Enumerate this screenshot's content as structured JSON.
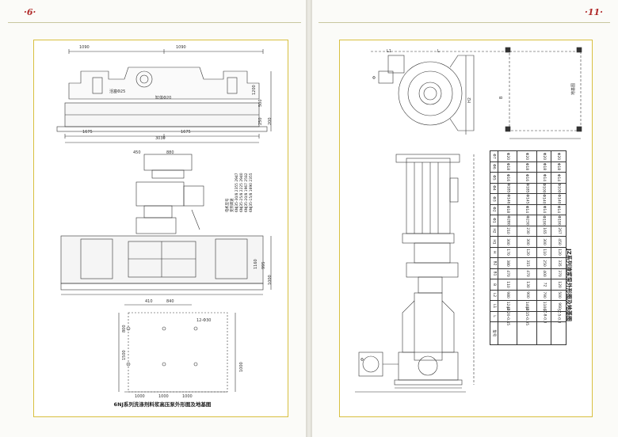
{
  "pages": {
    "left_number": "·6·",
    "right_number": "·11·"
  },
  "left_drawing": {
    "caption": "6NJ系列洗涤剂料浆高压泵外形图及地基图",
    "top_dims": [
      "1090",
      "1090"
    ],
    "bottom_dims": [
      "1675",
      "1675"
    ],
    "overall_dim": "3030",
    "height_dims": [
      "1200",
      "500",
      "250",
      "200"
    ],
    "mid_dims": [
      "450",
      "880"
    ],
    "side_dims": [
      "1000",
      "1160",
      "995"
    ],
    "labels": [
      "活塞Φ25",
      "缸体Φ20"
    ],
    "foundation_top_dims": [
      "410",
      "840"
    ],
    "foundation_bottom_dims": [
      "1000",
      "1000",
      "1000"
    ],
    "foundation_side_dims": [
      "800",
      "1500",
      "1000"
    ],
    "anchor_label": "12-Φ30",
    "note_title": "电机型号",
    "note_lines": [
      "变频调速",
      "6NJ35-30/8  2355  2947",
      "6NJ35-25/8  2225  2940",
      "6NJ35-20/8  1967  2582",
      "6NJ35-15/8  1690  2355"
    ]
  },
  "right_drawing": {
    "caption": "JZ系列渣浆泵外形图及地基图",
    "top_labels": [
      "L1",
      "L",
      "H2",
      "B",
      "Φ",
      "Φ"
    ],
    "base_label": "地基图",
    "table": {
      "headers": [
        "型号",
        "L",
        "L1",
        "L2",
        "B",
        "B1",
        "B2",
        "H",
        "H1",
        "H2",
        "Φ1",
        "Φ2",
        "Φ3",
        "Φ4",
        "Φ5",
        "Φ6",
        "Φ7"
      ],
      "rows": [
        [
          "JZ-20-0.45",
          "1240",
          "980",
          "110",
          "470",
          "380",
          "170",
          "300",
          "210",
          "Φ280",
          "Φ18",
          "Φ146",
          "Φ185",
          "Φ16",
          "Φ18",
          "Φ20"
        ],
        [
          "JZ-15-0.35",
          "1400",
          "900",
          "130",
          "470",
          "315",
          "120",
          "300",
          "230",
          "Φ230",
          "Φ14",
          "Φ145",
          "Φ185",
          "Φ16",
          "Φ18",
          "Φ20"
        ],
        [
          "JZ-8-0.3",
          "1100",
          "790",
          "72",
          "400",
          "250",
          "110",
          "300",
          "165",
          "Φ190",
          "Φ14",
          "Φ140",
          "Φ100",
          "Φ14",
          "Φ18",
          "Φ20"
        ],
        [
          "JZ-5-0.3",
          "960",
          "500",
          "120",
          "370",
          "335",
          "120",
          "450",
          "267",
          "Φ190",
          "Φ14",
          "Φ140",
          "Φ100",
          "Φ14",
          "Φ18",
          "Φ20"
        ]
      ]
    }
  }
}
